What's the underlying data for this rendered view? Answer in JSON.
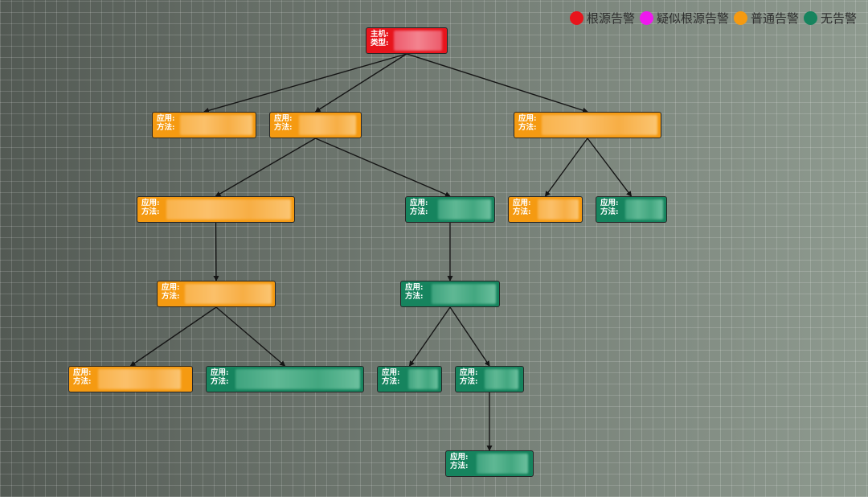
{
  "legend": [
    {
      "label": "根源告警",
      "color": "#e8141c"
    },
    {
      "label": "疑似根源告警",
      "color": "#ee18ee"
    },
    {
      "label": "普通告警",
      "color": "#f59a11"
    },
    {
      "label": "无告警",
      "color": "#16845e"
    }
  ],
  "nodes": {
    "root": {
      "label1": "主机:",
      "label2": "类型:",
      "status": "根源告警"
    },
    "app1": {
      "label1": "应用:",
      "label2": "方法:",
      "status": "普通告警"
    },
    "app2": {
      "label1": "应用:",
      "label2": "方法:",
      "status": "普通告警"
    },
    "app3": {
      "label1": "应用:",
      "label2": "方法:",
      "status": "普通告警"
    },
    "app2a": {
      "label1": "应用:",
      "label2": "方法:",
      "status": "普通告警"
    },
    "app2b": {
      "label1": "应用:",
      "label2": "方法:",
      "status": "无告警"
    },
    "app3a": {
      "label1": "应用:",
      "label2": "方法:",
      "status": "普通告警"
    },
    "app3b": {
      "label1": "应用:",
      "label2": "方法:",
      "status": "无告警"
    },
    "app2a1": {
      "label1": "应用:",
      "label2": "方法:",
      "status": "普通告警"
    },
    "app2b1": {
      "label1": "应用:",
      "label2": "方法:",
      "status": "无告警"
    },
    "leaf1": {
      "label1": "应用:",
      "label2": "方法:",
      "status": "普通告警"
    },
    "leaf2": {
      "label1": "应用:",
      "label2": "方法:",
      "status": "无告警"
    },
    "leaf3": {
      "label1": "应用:",
      "label2": "方法:",
      "status": "无告警"
    },
    "leaf4": {
      "label1": "应用:",
      "label2": "方法:",
      "status": "无告警"
    },
    "leaf4a": {
      "label1": "应用:",
      "label2": "方法:",
      "status": "无告警"
    }
  },
  "edges": [
    [
      "root",
      "app1"
    ],
    [
      "root",
      "app2"
    ],
    [
      "root",
      "app3"
    ],
    [
      "app2",
      "app2a"
    ],
    [
      "app2",
      "app2b"
    ],
    [
      "app3",
      "app3a"
    ],
    [
      "app3",
      "app3b"
    ],
    [
      "app2a",
      "app2a1"
    ],
    [
      "app2b",
      "app2b1"
    ],
    [
      "app2a1",
      "leaf1"
    ],
    [
      "app2a1",
      "leaf2"
    ],
    [
      "app2b1",
      "leaf3"
    ],
    [
      "app2b1",
      "leaf4"
    ],
    [
      "leaf4",
      "leaf4a"
    ]
  ]
}
